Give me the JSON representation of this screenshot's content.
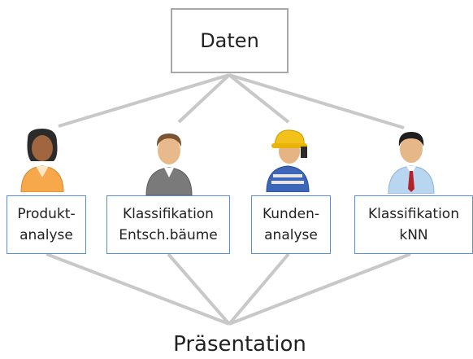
{
  "top": {
    "label": "Daten"
  },
  "roles": [
    {
      "label": "Produkt-\nanalyse",
      "icon": "woman-icon"
    },
    {
      "label": "Klassifikation\nEntsch.bäume",
      "icon": "person-grey-icon"
    },
    {
      "label": "Kunden-\nanalyse",
      "icon": "worker-hardhat-icon"
    },
    {
      "label": "Klassifikation\nkNN",
      "icon": "businessman-icon"
    }
  ],
  "bottom": {
    "label": "Präsentation"
  },
  "colors": {
    "line": "#c8c8c8",
    "box_border": "#5a8fe0",
    "top_border": "#a8a8a8"
  }
}
